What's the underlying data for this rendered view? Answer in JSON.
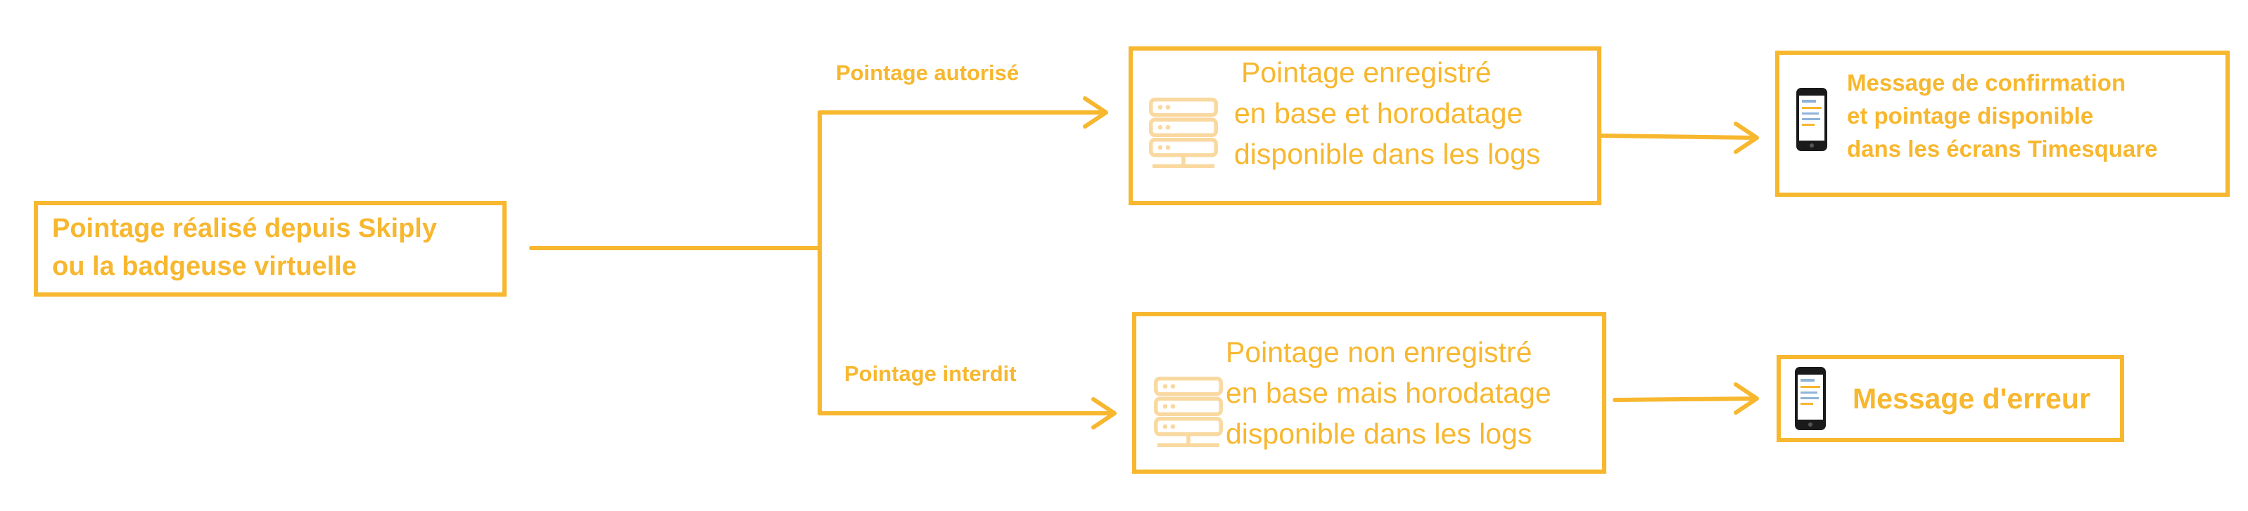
{
  "colors": {
    "accent": "#F7B72E",
    "icon_light": "#F9D9A0",
    "phone_dark": "#1A1A1A",
    "background": "#FFFFFF"
  },
  "source": {
    "lines": [
      "Pointage réalisé depuis Skiply",
      "ou la badgeuse virtuelle"
    ]
  },
  "branches": {
    "authorized": {
      "label": "Pointage autorisé"
    },
    "forbidden": {
      "label": "Pointage interdit"
    }
  },
  "server_authorized": {
    "icon": "database-server-icon",
    "lines": [
      "Pointage enregistré",
      "en base et horodatage",
      "disponible dans les logs"
    ]
  },
  "server_forbidden": {
    "icon": "database-server-icon",
    "lines": [
      "Pointage non enregistré",
      "en base mais horodatage",
      "disponible dans les logs"
    ]
  },
  "result_authorized": {
    "icon": "smartphone-icon",
    "lines": [
      "Message de confirmation",
      "et pointage disponible",
      "dans les écrans Timesquare"
    ]
  },
  "result_forbidden": {
    "icon": "smartphone-icon",
    "lines": [
      "Message d'erreur"
    ]
  }
}
